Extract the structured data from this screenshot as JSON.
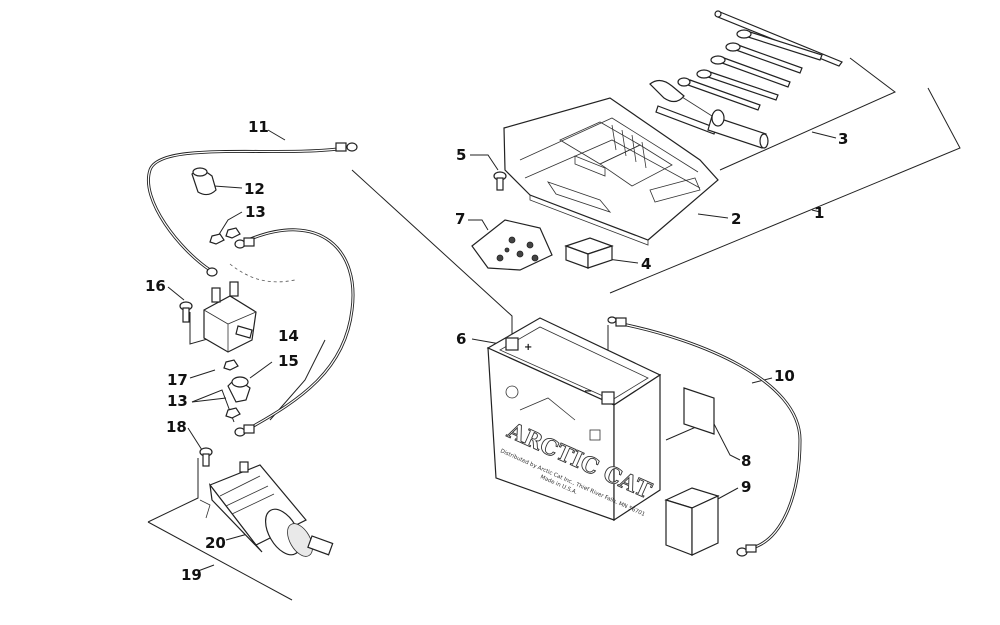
{
  "callouts": [
    {
      "id": "1",
      "text": "1"
    },
    {
      "id": "2",
      "text": "2"
    },
    {
      "id": "3",
      "text": "3"
    },
    {
      "id": "4",
      "text": "4"
    },
    {
      "id": "5",
      "text": "5"
    },
    {
      "id": "6",
      "text": "6"
    },
    {
      "id": "7",
      "text": "7"
    },
    {
      "id": "8",
      "text": "8"
    },
    {
      "id": "9",
      "text": "9"
    },
    {
      "id": "10",
      "text": "10"
    },
    {
      "id": "11",
      "text": "11"
    },
    {
      "id": "12",
      "text": "12"
    },
    {
      "id": "13a",
      "text": "13"
    },
    {
      "id": "13b",
      "text": "13"
    },
    {
      "id": "14",
      "text": "14"
    },
    {
      "id": "15",
      "text": "15"
    },
    {
      "id": "16",
      "text": "16"
    },
    {
      "id": "17",
      "text": "17"
    },
    {
      "id": "18",
      "text": "18"
    },
    {
      "id": "19",
      "text": "19"
    },
    {
      "id": "20",
      "text": "20"
    }
  ],
  "battery": {
    "brand": "ARCTIC CAT",
    "plus_mark": "+",
    "minus_mark": "−",
    "fine_print_1": "Distributed by Arctic Cat Inc., Thief River Falls, MN 56701",
    "fine_print_2": "Made in U.S.A."
  },
  "colors": {
    "line": "#222222",
    "background": "#ffffff",
    "fill_light": "#e9e9e9"
  }
}
